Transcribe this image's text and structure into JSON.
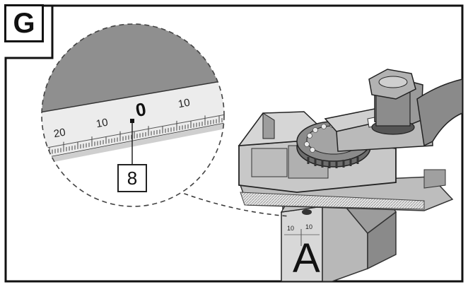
{
  "figure": {
    "step_label": "G",
    "callout_number": "8",
    "part_letter": "A"
  },
  "magnified_ruler": {
    "tick_labels": [
      "20",
      "10",
      "0",
      "10"
    ]
  },
  "guide_scale": {
    "tick_labels": [
      "10",
      "10"
    ]
  }
}
